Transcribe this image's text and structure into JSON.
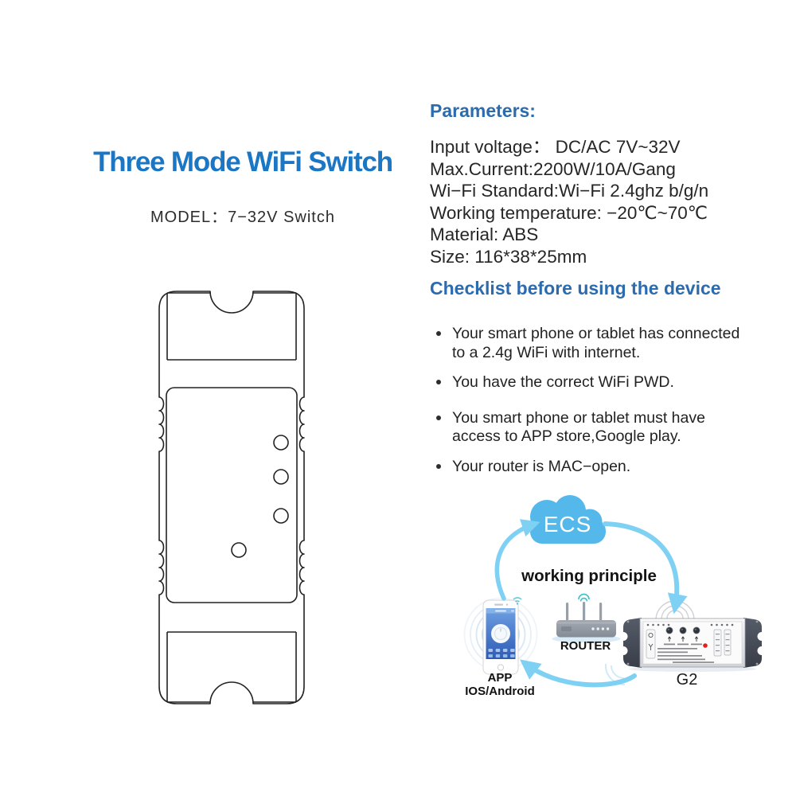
{
  "left": {
    "title": "Three Mode WiFi Switch",
    "model_label": "MODEL：7−32V Switch"
  },
  "parameters": {
    "heading": "Parameters:",
    "lines": [
      "Input voltage： DC/AC 7V~32V",
      "Max.Current:2200W/10A/Gang",
      "Wi−Fi Standard:Wi−Fi 2.4ghz b/g/n",
      "Working temperature: −20℃~70℃",
      "Material: ABS",
      "Size: 116*38*25mm"
    ]
  },
  "checklist": {
    "heading": "Checklist before using the device",
    "items": [
      "Your smart phone or tablet has connected\nto a 2.4g WiFi with internet.",
      "You have the correct WiFi PWD.",
      "You smart phone or tablet must have\naccess to APP store,Google play.",
      "Your router is MAC−open."
    ]
  },
  "diagram": {
    "cloud_label": "ECS",
    "caption": "working principle",
    "phone_label_line1": "APP",
    "phone_label_line2": "IOS/Android",
    "router_label": "ROUTER",
    "device_label": "G2"
  },
  "colors": {
    "title-blue": "#1b76c4",
    "heading-blue": "#2b6bae",
    "cloud-blue": "#55b8ea",
    "arrow-blue": "#7fd1f3"
  }
}
